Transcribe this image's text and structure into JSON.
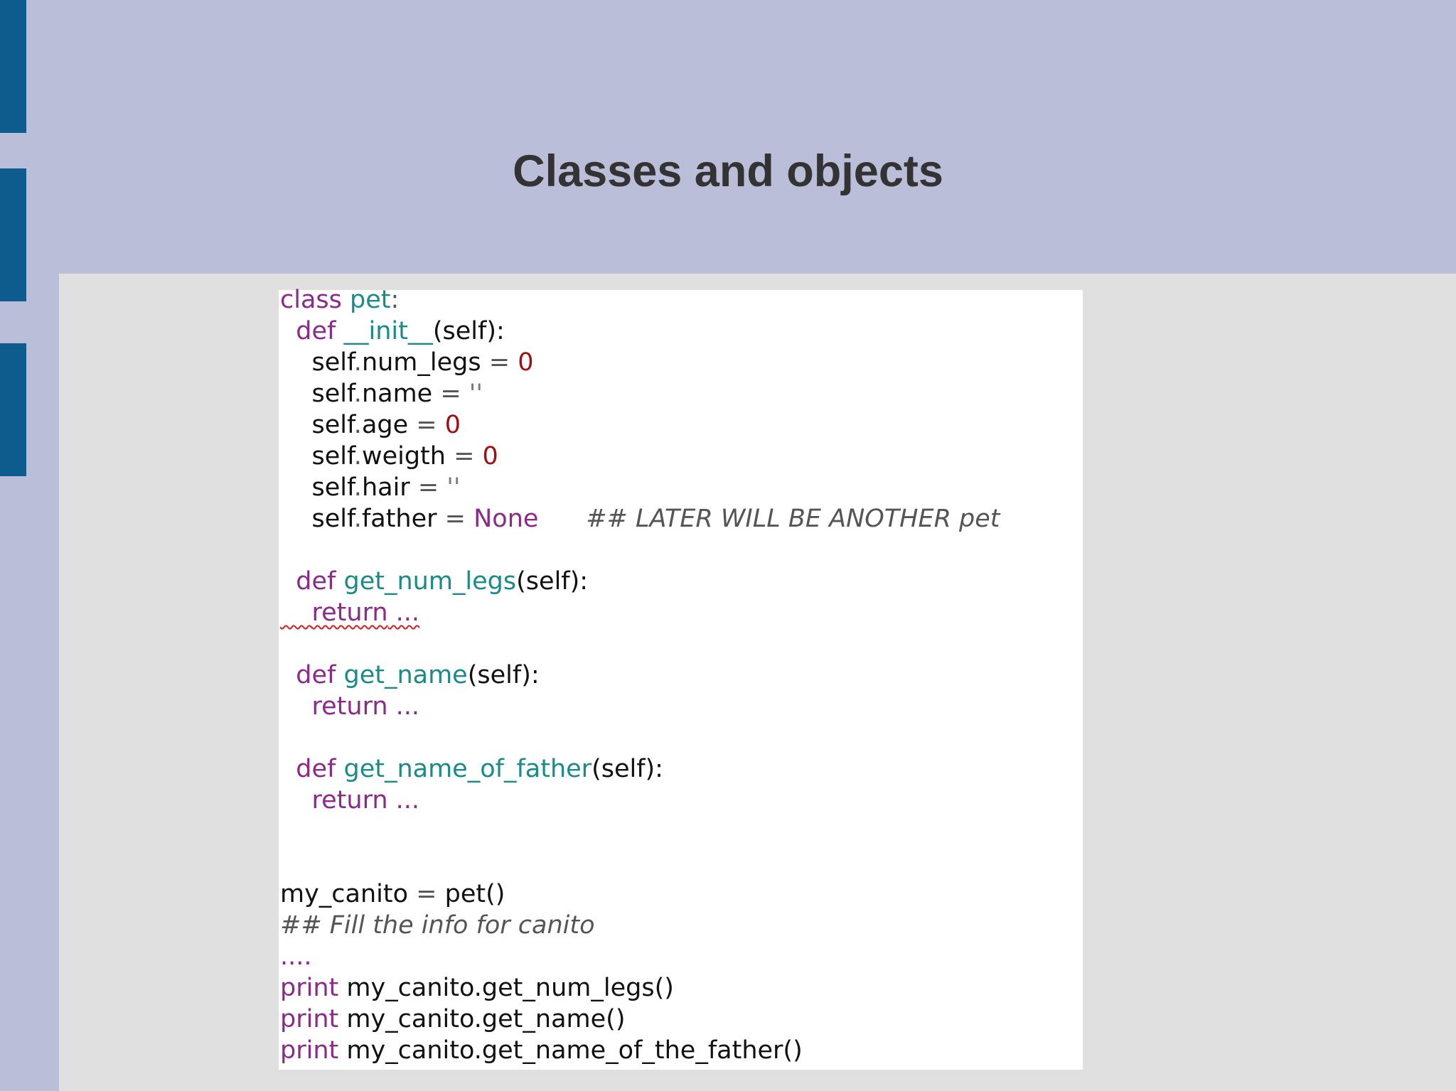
{
  "slide": {
    "title": "Classes and objects"
  },
  "code": {
    "l1": {
      "kw": "class",
      "sp": " ",
      "name": "pet",
      "colon": ":"
    },
    "l2": {
      "indent": "  ",
      "kw": "def",
      "sp": " ",
      "name": "__init__",
      "args": "(self):"
    },
    "l3": {
      "indent": "    ",
      "obj": "self",
      "dot": ".",
      "attr": "num_legs",
      "eq": " = ",
      "val": "0"
    },
    "l4": {
      "indent": "    ",
      "obj": "self",
      "dot": ".",
      "attr": "name",
      "eq": " = ",
      "val": "''"
    },
    "l5": {
      "indent": "    ",
      "obj": "self",
      "dot": ".",
      "attr": "age",
      "eq": " = ",
      "val": "0"
    },
    "l6": {
      "indent": "    ",
      "obj": "self",
      "dot": ".",
      "attr": "weigth",
      "eq": " = ",
      "val": "0"
    },
    "l7": {
      "indent": "    ",
      "obj": "self",
      "dot": ".",
      "attr": "hair",
      "eq": " = ",
      "val": "''"
    },
    "l8": {
      "indent": "    ",
      "obj": "self",
      "dot": ".",
      "attr": "father",
      "eq": " = ",
      "val": "None",
      "gap": "      ",
      "comment": "## LATER WILL BE ANOTHER pet"
    },
    "l10": {
      "indent": "  ",
      "kw": "def",
      "sp": " ",
      "name": "get_num_legs",
      "args": "(self):"
    },
    "l11": {
      "indent": "    ",
      "kw": "return",
      "rest": " ..."
    },
    "l13": {
      "indent": "  ",
      "kw": "def",
      "sp": " ",
      "name": "get_name",
      "args": "(self):"
    },
    "l14": {
      "indent": "    ",
      "kw": "return",
      "rest": " ..."
    },
    "l16": {
      "indent": "  ",
      "kw": "def",
      "sp": " ",
      "name": "get_name_of_father",
      "args": "(self):"
    },
    "l17": {
      "indent": "    ",
      "kw": "return",
      "rest": " ..."
    },
    "l20": {
      "var": "my_canito",
      "eq": " = ",
      "call": "pet()"
    },
    "l21": {
      "comment": "## Fill the info for canito"
    },
    "l22": {
      "text": "...."
    },
    "l23": {
      "kw": "print",
      "rest": " my_canito.get_num_legs()"
    },
    "l24": {
      "kw": "print",
      "rest": " my_canito.get_name()"
    },
    "l25": {
      "kw": "print",
      "rest": " my_canito.get_name_of_the_father()"
    }
  },
  "colors": {
    "background": "#bbbed9",
    "content_area": "#e0e0e0",
    "side_bar": "#0e5b8e",
    "keyword": "#8b2a8b",
    "function_name": "#1a8a8a",
    "number": "#a01010",
    "comment": "#555555"
  }
}
